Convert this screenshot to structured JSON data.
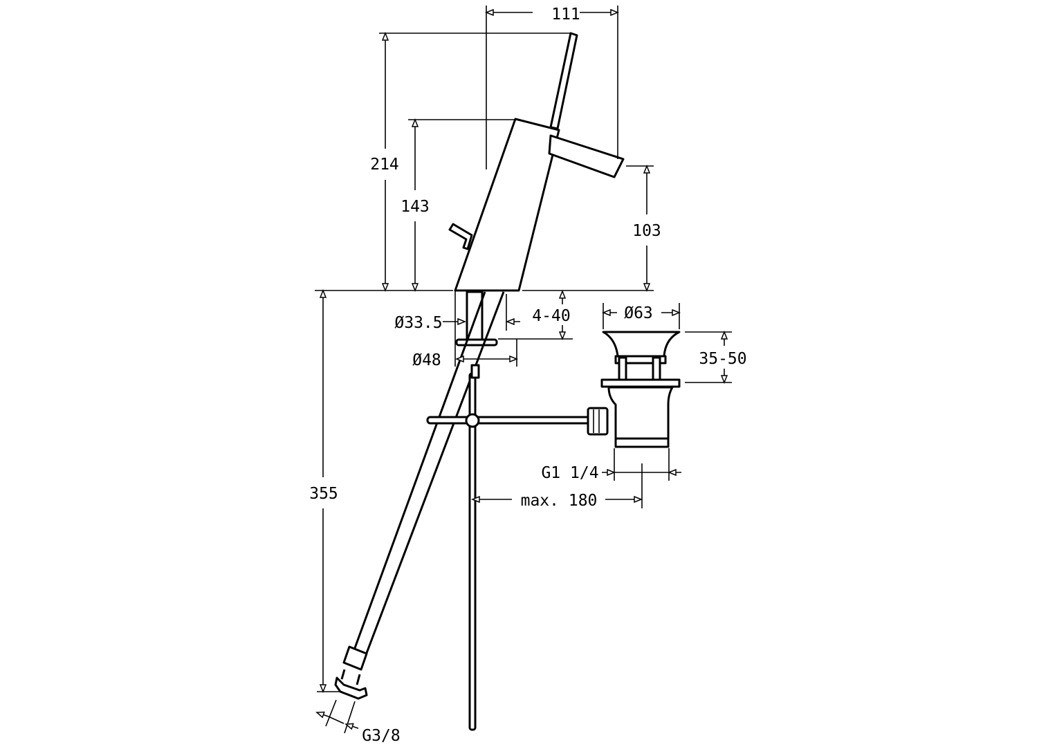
{
  "drawing": {
    "title": "Basin mixer with pop-up waste - dimensional drawing",
    "dimensions": {
      "width_spout": "111",
      "total_height": "214",
      "body_height": "143",
      "spout_height": "103",
      "hose_length": "355",
      "shank_diameter": "Ø33.5",
      "deck_thickness": "4-40",
      "base_diameter": "Ø48",
      "waste_diameter": "Ø63",
      "waste_height": "35-50",
      "waste_thread": "G1 1/4",
      "rod_distance": "max. 180",
      "hose_thread": "G3/8"
    }
  }
}
